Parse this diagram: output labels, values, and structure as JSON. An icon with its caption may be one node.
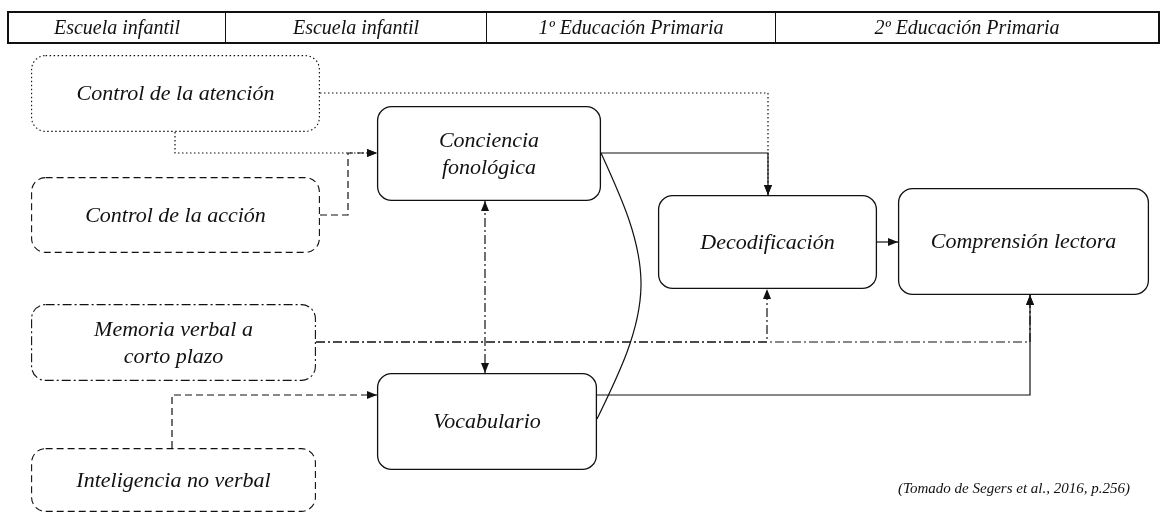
{
  "diagram": {
    "caption": "(Tomado de Segers et al., 2016, p.256)",
    "nodes": [
      {
        "text": [
          "Control de la atención"
        ]
      },
      {
        "text": [
          "Conciencia fonológica"
        ]
      },
      {
        "text": [
          "Control de la acción"
        ]
      },
      {
        "text": [
          "Decodificación"
        ]
      },
      {
        "text": [
          "Comprensión lectora"
        ]
      },
      {
        "text": [
          "Memoria verbal a corto plazo"
        ]
      },
      {
        "text": [
          "Vocabulario"
        ]
      },
      {
        "text": [
          "Inteligencia no verbal"
        ]
      }
    ],
    "edges": [
      {
        "from": 0,
        "to": 1,
        "arrow": "to",
        "style": "dashed"
      },
      {
        "from": 0,
        "to": 3,
        "arrow": "to",
        "style": "dashed"
      },
      {
        "from": 2,
        "to": 1,
        "arrow": "to",
        "style": "dashed"
      },
      {
        "from": 1,
        "to": 3,
        "arrow": "to"
      },
      {
        "from": 1,
        "to": 6,
        "arrow": "both",
        "style": "dashed"
      },
      {
        "from": 3,
        "to": 4,
        "arrow": "to"
      },
      {
        "from": 5,
        "to": 3,
        "arrow": "to",
        "style": "dashed"
      },
      {
        "from": 5,
        "to": 4,
        "arrow": "to",
        "style": "dashed"
      },
      {
        "from": 7,
        "to": 6,
        "arrow": "to",
        "style": "dashed"
      },
      {
        "from": 6,
        "to": 4,
        "arrow": "to"
      },
      {
        "from": 1,
        "to": 6,
        "arrow": "none"
      }
    ],
    "labels": [
      "Escuela infantil",
      "Escuela infantil",
      "1º Educación Primaria",
      "2º Educación Primaria"
    ]
  }
}
